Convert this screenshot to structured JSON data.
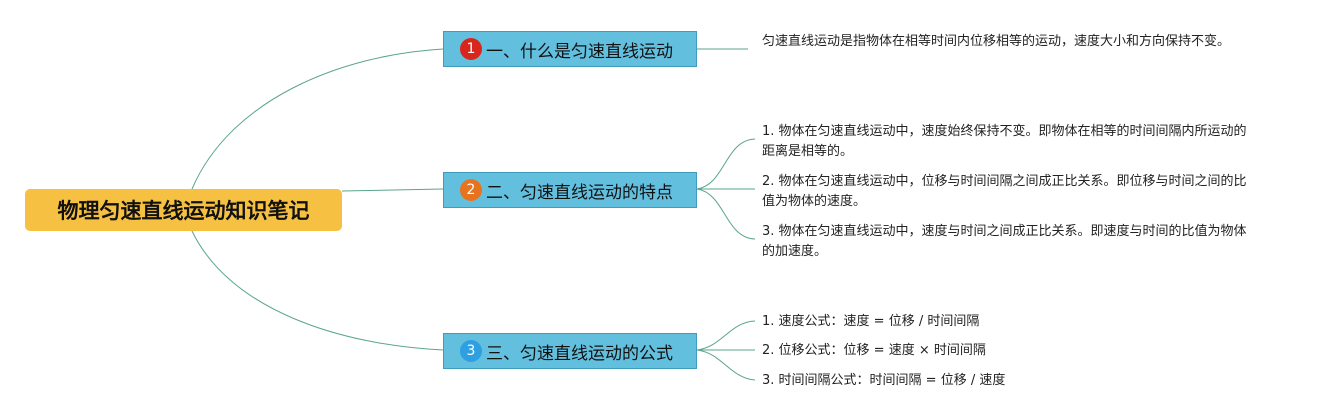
{
  "root": {
    "label": "物理匀速直线运动知识笔记"
  },
  "colors": {
    "root": "#f6c142",
    "branch": "#62bfde",
    "line": "#5aa58c"
  },
  "branches": [
    {
      "number": "1",
      "badge_color": "#d9261c",
      "label": "一、什么是匀速直线运动",
      "leaves": [
        "匀速直线运动是指物体在相等时间内位移相等的运动，速度大小和方向保持不变。"
      ]
    },
    {
      "number": "2",
      "badge_color": "#e8731f",
      "label": "二、匀速直线运动的特点",
      "leaves": [
        "1. 物体在匀速直线运动中，速度始终保持不变。即物体在相等的时间间隔内所运动的距离是相等的。",
        "2. 物体在匀速直线运动中，位移与时间间隔之间成正比关系。即位移与时间之间的比值为物体的速度。",
        "3. 物体在匀速直线运动中，速度与时间之间成正比关系。即速度与时间的比值为物体的加速度。"
      ]
    },
    {
      "number": "3",
      "badge_color": "#2e9fe0",
      "label": "三、匀速直线运动的公式",
      "leaves": [
        "1. 速度公式：速度 = 位移 / 时间间隔",
        "2. 位移公式：位移 = 速度 × 时间间隔",
        "3. 时间间隔公式：时间间隔 = 位移 / 速度"
      ]
    }
  ]
}
